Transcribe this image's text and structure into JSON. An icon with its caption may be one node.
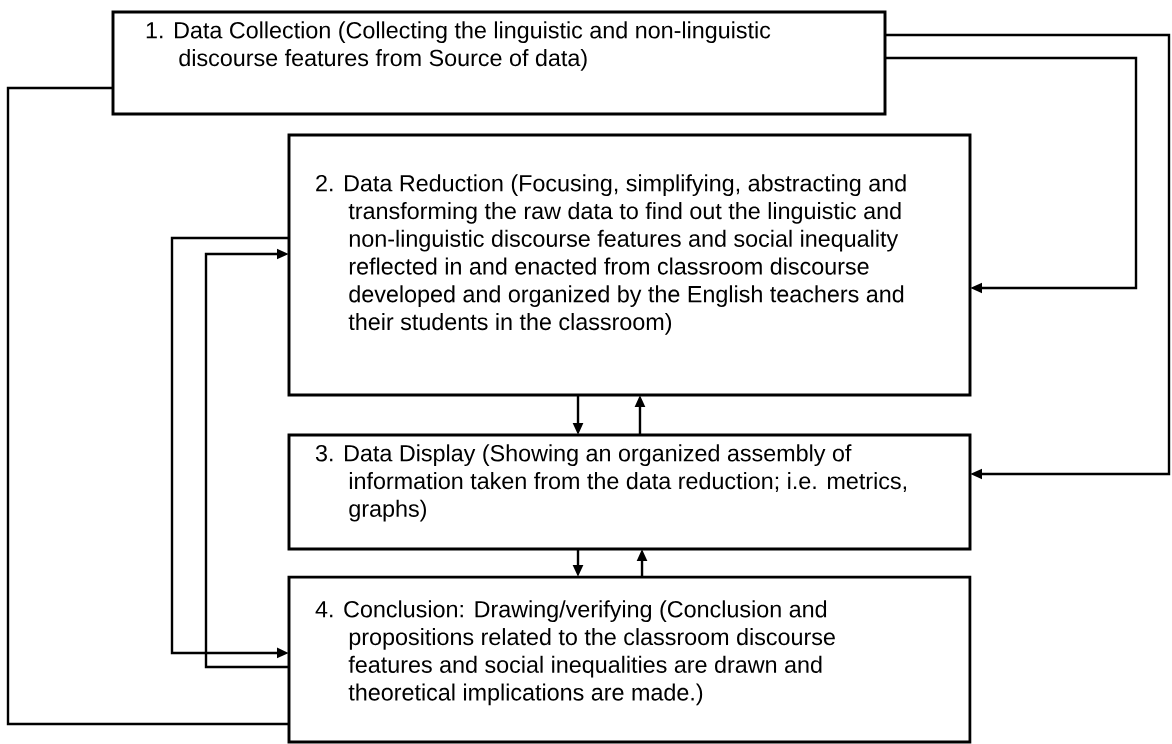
{
  "diagram": {
    "nodes": [
      {
        "text": [
          "1. Data Collection (Collecting the linguistic and non-linguistic discourse features from Source of data)"
        ]
      },
      {
        "text": [
          "2. Data Reduction (Focusing, simplifying, abstracting and transforming the raw data to find out the linguistic and non-linguistic discourse features and social inequality reflected in and enacted from classroom discourse developed and organized by the English teachers and their students in the classroom)"
        ]
      },
      {
        "text": [
          "3. Data Display (Showing an organized assembly of information taken from the data reduction; i.e. metrics, graphs)"
        ]
      },
      {
        "text": [
          "4. Conclusion: Drawing/verifying (Conclusion and propositions related to the classroom discourse features and social inequalities are drawn and theoretical implications are made.)"
        ]
      }
    ],
    "edges": [
      {
        "from": 0,
        "to": 2,
        "arrow": "to"
      },
      {
        "from": 0,
        "to": 1,
        "arrow": "to"
      },
      {
        "from": 1,
        "to": 2,
        "arrow": "to"
      },
      {
        "from": 2,
        "to": 1,
        "arrow": "to"
      },
      {
        "from": 2,
        "to": 3,
        "arrow": "to"
      },
      {
        "from": 3,
        "to": 2,
        "arrow": "to"
      },
      {
        "from": 1,
        "to": 3,
        "arrow": "to"
      },
      {
        "from": 3,
        "to": 1,
        "arrow": "to"
      },
      {
        "from": 3,
        "to": 0,
        "arrow": "none"
      }
    ]
  }
}
